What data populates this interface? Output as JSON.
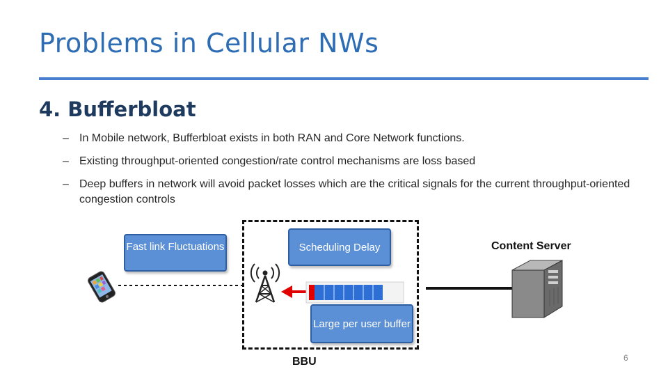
{
  "slide": {
    "title": "Problems in Cellular NWs",
    "subtitle": "4. Bufferbloat",
    "bullet_marker": "–",
    "bullets": [
      "In Mobile network, Bufferbloat exists in both RAN and Core Network functions.",
      "Existing throughput-oriented congestion/rate control mechanisms are loss based",
      "Deep buffers in network will avoid packet losses which are the critical signals for the current throughput-oriented congestion controls"
    ],
    "page_number": "6"
  },
  "diagram": {
    "callout_fast_link": "Fast link Fluctuations",
    "callout_scheduling": "Scheduling Delay",
    "callout_buffer": "Large per user buffer",
    "content_server": "Content Server",
    "bbu": "BBU",
    "icons": [
      "smartphone-icon",
      "cell-tower-icon",
      "buffer-queue-icon",
      "server-icon"
    ],
    "colors": {
      "title": "#2e6db4",
      "rule": "#4a7fd0",
      "callout_fill": "#5b8fd6",
      "arrow": "#e00000",
      "buffer_fill": "#2e6fd6"
    }
  }
}
